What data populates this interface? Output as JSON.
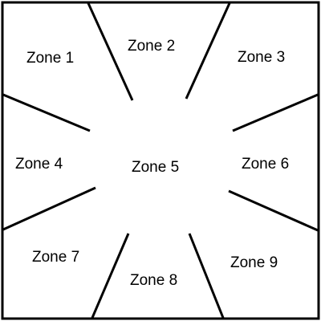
{
  "zones": [
    {
      "label": "Zone 1"
    },
    {
      "label": "Zone 2"
    },
    {
      "label": "Zone 3"
    },
    {
      "label": "Zone 4"
    },
    {
      "label": "Zone 5"
    },
    {
      "label": "Zone 6"
    },
    {
      "label": "Zone 7"
    },
    {
      "label": "Zone 8"
    },
    {
      "label": "Zone 9"
    }
  ],
  "colors": {
    "line": "#000000",
    "background": "#ffffff",
    "text": "#000000"
  }
}
